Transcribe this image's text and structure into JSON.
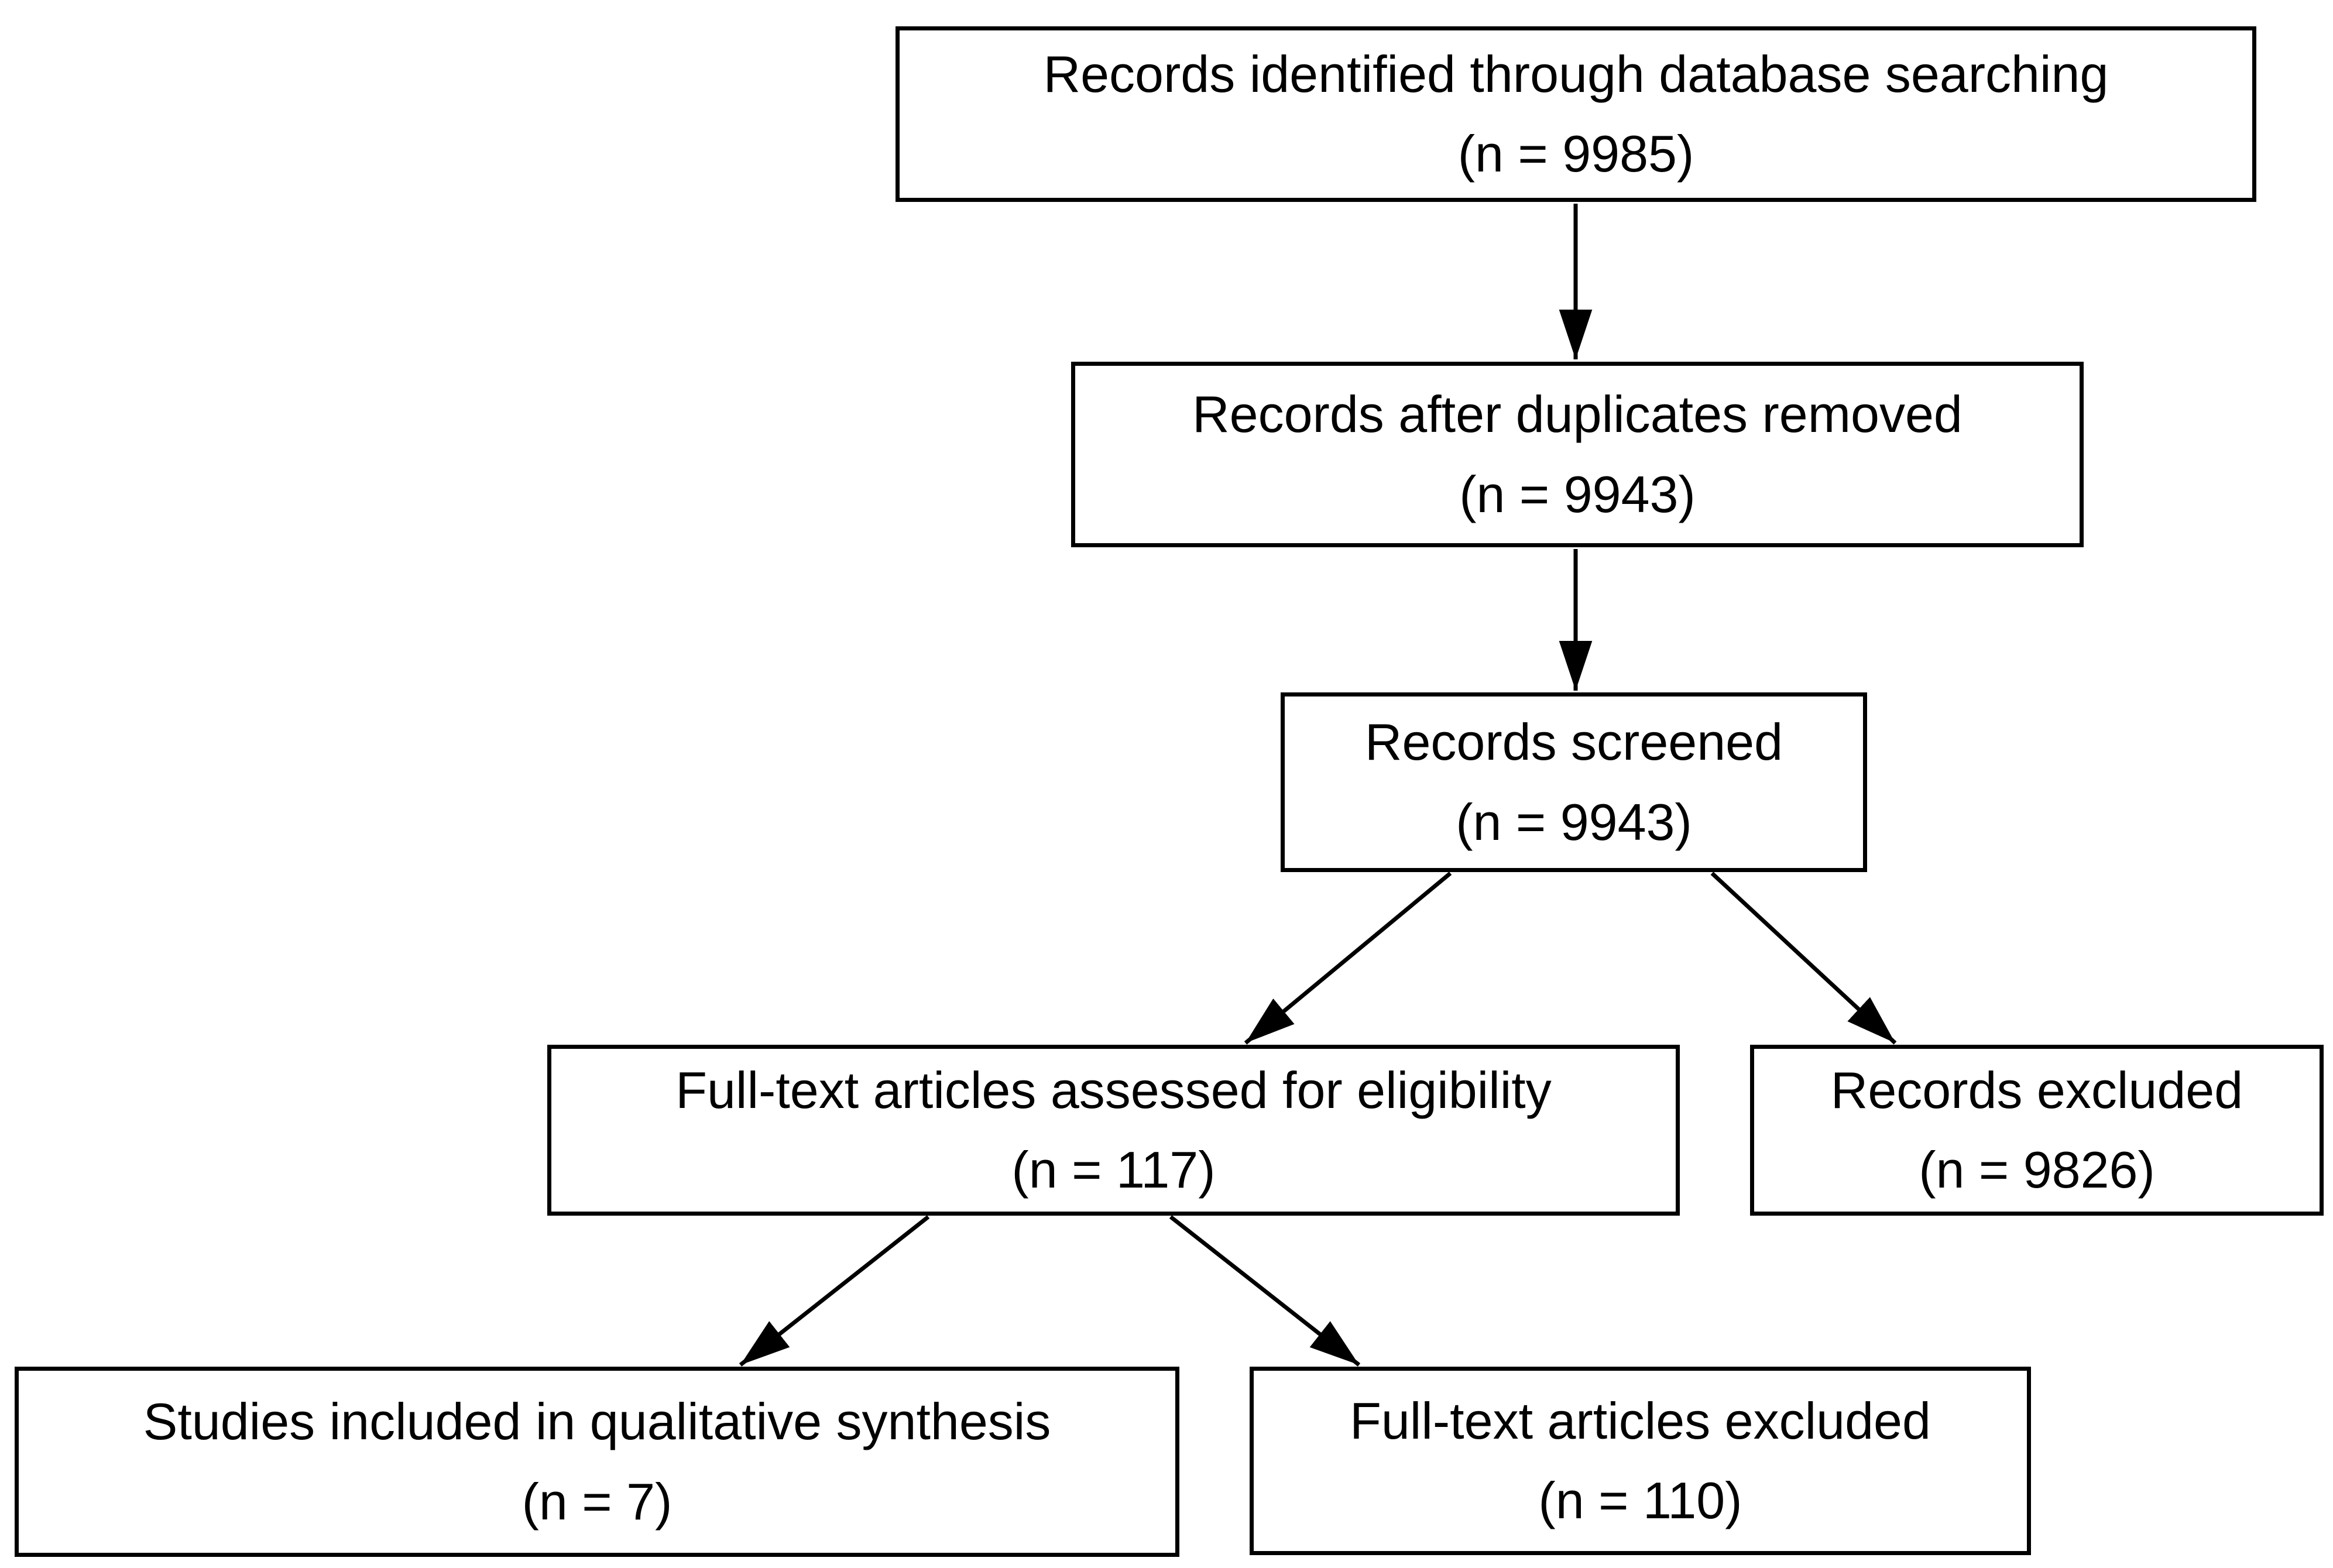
{
  "diagram": {
    "type": "flowchart",
    "subject": "study-selection-flow",
    "colors": {
      "background": "#ffffff",
      "box_fill": "#ffffff",
      "box_border": "#000000",
      "arrow": "#000000",
      "text": "#000000"
    },
    "nodes": [
      {
        "id": "identified",
        "label": "Records identified through database searching",
        "count": "(n = 9985)"
      },
      {
        "id": "deduplicated",
        "label": "Records after duplicates removed",
        "count": "(n = 9943)"
      },
      {
        "id": "screened",
        "label": "Records screened",
        "count": "(n = 9943)"
      },
      {
        "id": "fulltext-assessed",
        "label": "Full-text articles assessed for eligibility",
        "count": "(n = 117)"
      },
      {
        "id": "records-excluded",
        "label": "Records excluded",
        "count": "(n = 9826)"
      },
      {
        "id": "included",
        "label": "Studies included in qualitative synthesis",
        "count": "(n = 7)"
      },
      {
        "id": "fulltext-excluded",
        "label": "Full-text articles excluded",
        "count": "(n = 110)"
      }
    ],
    "edges": [
      {
        "from": "identified",
        "to": "deduplicated"
      },
      {
        "from": "deduplicated",
        "to": "screened"
      },
      {
        "from": "screened",
        "to": "fulltext-assessed"
      },
      {
        "from": "screened",
        "to": "records-excluded"
      },
      {
        "from": "fulltext-assessed",
        "to": "included"
      },
      {
        "from": "fulltext-assessed",
        "to": "fulltext-excluded"
      }
    ]
  }
}
